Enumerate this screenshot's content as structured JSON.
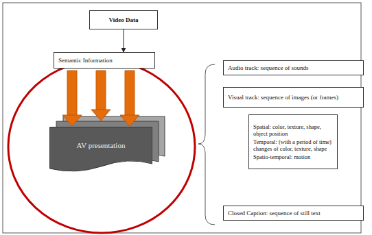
{
  "diagram": {
    "nodes": [
      {
        "text": [
          "Video Data"
        ]
      },
      {
        "text": [
          "Semantic Information"
        ]
      },
      {
        "text": [
          "AV presentation"
        ]
      },
      {
        "text": [
          "Audio track: sequence of sounds"
        ]
      },
      {
        "text": [
          "Visual track: sequence of images (or frames)"
        ]
      },
      {
        "text": [
          "Spatial: color, texture, shape, object position",
          "Temporal: (with a period of time) changes of color, texture, shape",
          "Spatio-temporal: motion"
        ]
      },
      {
        "text": [
          "Closed Caption: sequence of still text"
        ]
      }
    ],
    "edges": [
      {
        "from": 0,
        "to": 1,
        "arrow": "to"
      },
      {
        "from": 1,
        "to": 2,
        "arrow": "to"
      },
      {
        "from": 1,
        "to": 2,
        "arrow": "to"
      },
      {
        "from": 1,
        "to": 2,
        "arrow": "to"
      }
    ]
  }
}
